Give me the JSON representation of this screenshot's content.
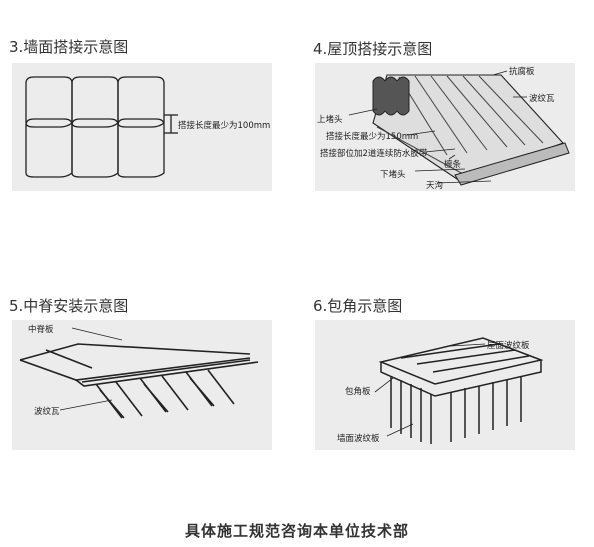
{
  "panels": [
    {
      "title": "3.墙面搭接示意图",
      "labels": {
        "overlap": "搭接长度最少为100mm"
      }
    },
    {
      "title": "4.屋顶搭接示意图",
      "labels": {
        "anticorrosion_board": "抗腐板",
        "corrugated_tile": "波纹瓦",
        "upper_plug": "上堵头",
        "overlap_length": "搭接长度最少为150mm",
        "overlap_sealant": "搭接部位加2道连续防水胶带",
        "purlin": "檩条",
        "lower_plug": "下堵头",
        "gutter": "天沟"
      }
    },
    {
      "title": "5.中脊安装示意图",
      "labels": {
        "ridge_board": "中脊板",
        "corrugated_tile": "波纹瓦"
      }
    },
    {
      "title": "6.包角示意图",
      "labels": {
        "roof_corrugated": "屋面波纹板",
        "corner_board": "包角板",
        "wall_corrugated": "墙面波纹板"
      }
    }
  ],
  "footer": "具体施工规范咨询本单位技术部"
}
